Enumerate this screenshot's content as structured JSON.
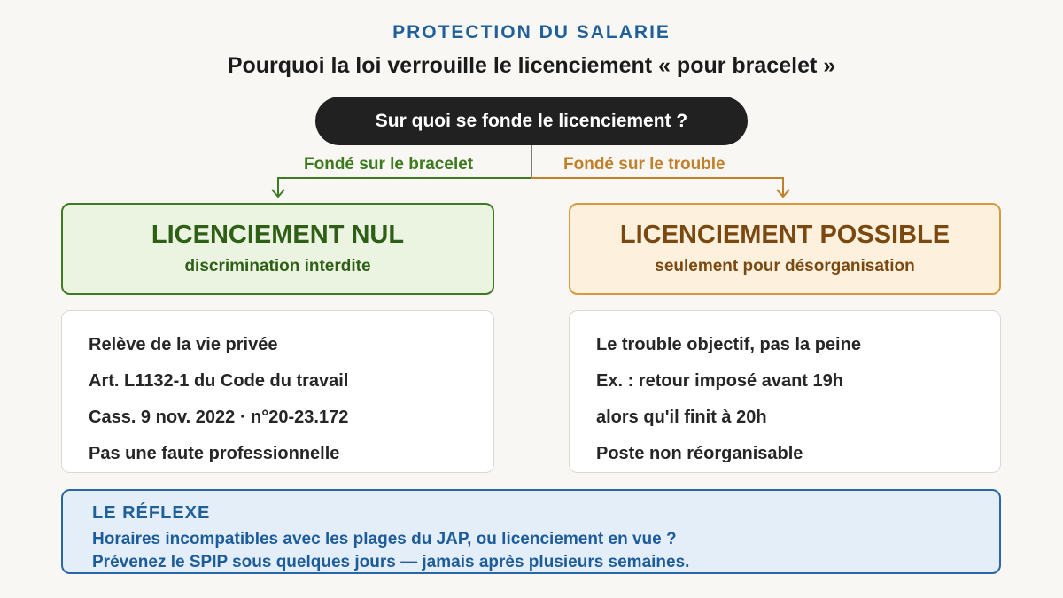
{
  "header": {
    "kicker": "PROTECTION DU SALARIE",
    "title": "Pourquoi la loi verrouille le licenciement « pour bracelet »"
  },
  "question": "Sur quoi se fonde le licenciement ?",
  "branches": {
    "left": "Fondé sur le bracelet",
    "right": "Fondé sur le trouble"
  },
  "outcomes": {
    "left": {
      "title": "LICENCIEMENT NUL",
      "subtitle": "discrimination interdite",
      "details": [
        "Relève de la vie privée",
        "Art. L1132-1 du Code du travail",
        "Cass. 9 nov. 2022 · n°20-23.172",
        "Pas une faute professionnelle"
      ]
    },
    "right": {
      "title": "LICENCIEMENT POSSIBLE",
      "subtitle": "seulement pour désorganisation",
      "details": [
        "Le trouble objectif, pas la peine",
        "Ex. : retour imposé avant 19h",
        "alors qu'il finit à 20h",
        "Poste non réorganisable"
      ]
    }
  },
  "reflex": {
    "title": "LE RÉFLEXE",
    "lines": [
      "Horaires incompatibles avec les plages du JAP, ou licenciement en vue ?",
      "Prévenez le SPIP sous quelques jours — jamais après plusieurs semaines."
    ]
  },
  "colors": {
    "question_bg": "#212121",
    "left_accent": "#3f7a24",
    "right_accent": "#d99a3f",
    "reflex_accent": "#2a66a6"
  }
}
